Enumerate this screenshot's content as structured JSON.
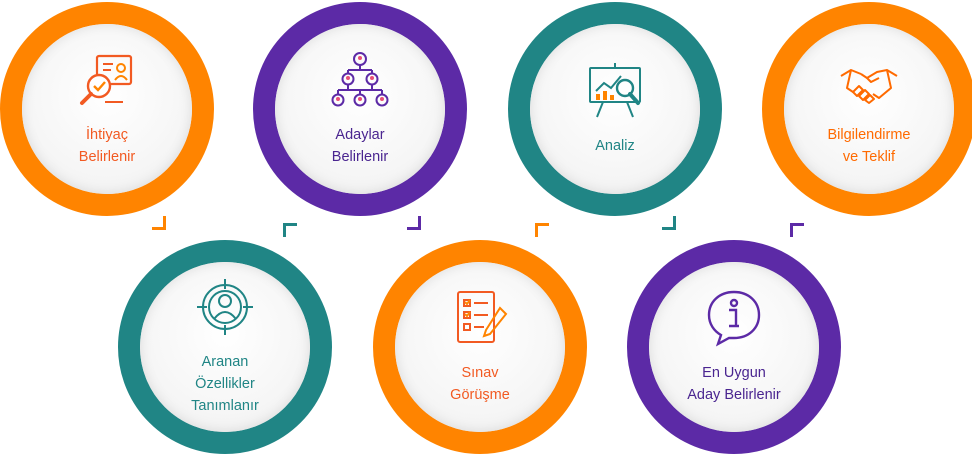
{
  "steps": [
    {
      "label_lines": [
        "İhtiyaç",
        "Belirlenir"
      ],
      "ring": "orange",
      "text": "orange",
      "icon": "magnifier-certificate-icon"
    },
    {
      "label_lines": [
        "Adaylar",
        "Belirlenir"
      ],
      "ring": "purple",
      "text": "purple",
      "icon": "org-hierarchy-icon"
    },
    {
      "label_lines": [
        "Analiz"
      ],
      "ring": "teal",
      "text": "teal",
      "icon": "analytics-board-icon"
    },
    {
      "label_lines": [
        "Bilgilendirme",
        "ve Teklif"
      ],
      "ring": "orange",
      "text": "orangeb",
      "icon": "handshake-icon"
    },
    {
      "label_lines": [
        "Aranan",
        "Özellikler",
        "Tanımlanır"
      ],
      "ring": "teal",
      "text": "teal",
      "icon": "target-person-icon"
    },
    {
      "label_lines": [
        "Sınav",
        "Görüşme"
      ],
      "ring": "orange",
      "text": "orange",
      "icon": "checklist-pen-icon"
    },
    {
      "label_lines": [
        "En Uygun",
        "Aday Belirlenir"
      ],
      "ring": "purple",
      "text": "purple",
      "icon": "info-bubble-icon"
    }
  ],
  "colors": {
    "orange": "#ff8400",
    "purple": "#5c2aa6",
    "teal": "#208585"
  }
}
